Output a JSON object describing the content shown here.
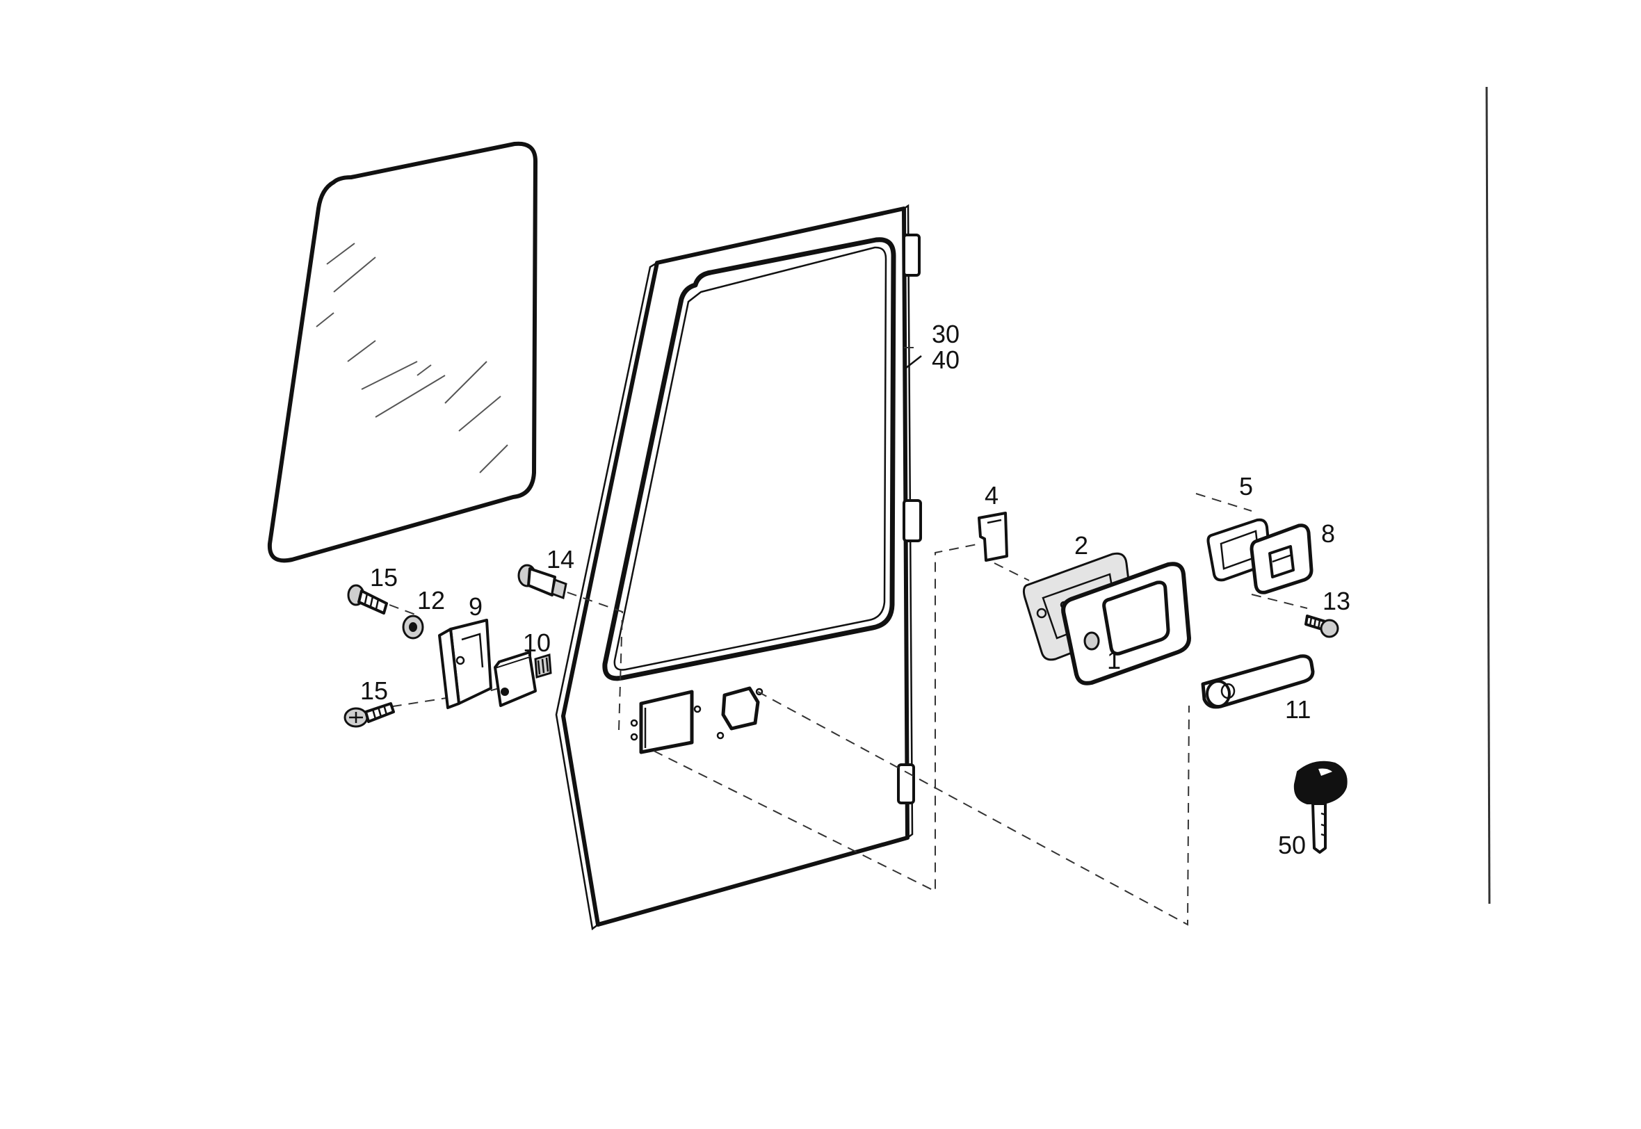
{
  "diagram": {
    "callouts": {
      "c1": "1",
      "c2": "2",
      "c4": "4",
      "c5": "5",
      "c8": "8",
      "c9": "9",
      "c10": "10",
      "c11": "11",
      "c12": "12",
      "c13": "13",
      "c14": "14",
      "c15a": "15",
      "c15b": "15",
      "c30": "30",
      "c40": "40",
      "c50": "50"
    }
  }
}
